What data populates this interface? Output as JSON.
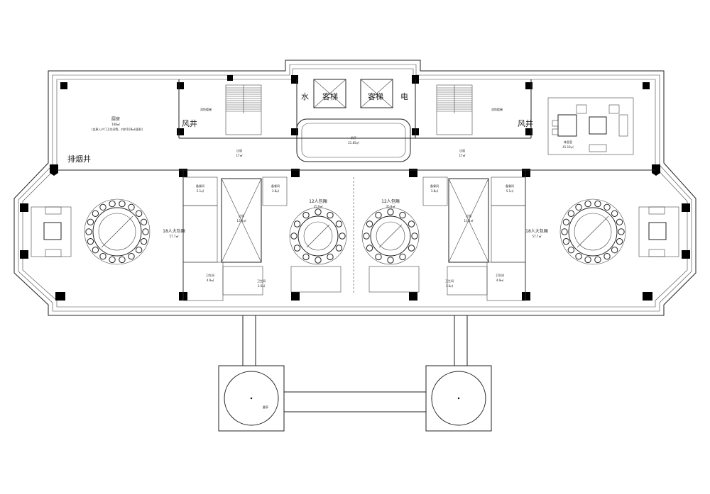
{
  "labels": {
    "kitchen": "厨房",
    "kitchen_area": "108㎡",
    "kitchen_note": "(含原入户门卫生间等，共约108㎡/面积)",
    "pipe_well": "排烟井",
    "wind_shaft_left": "风井",
    "wind_shaft_right": "风井",
    "fire_stair_left": "消防楼梯",
    "fire_stair_right": "消防楼梯",
    "water": "水",
    "elevator_left": "客梯",
    "elevator_right": "客梯",
    "electric": "电",
    "corridor_left": "过道",
    "corridor_left_area": "17㎡",
    "corridor_right": "过道",
    "corridor_right_area": "17㎡",
    "lobby": "前厅",
    "lobby_area": "21.85㎡",
    "lounge_room": "休息室",
    "lounge_area": "41.19㎡",
    "private_left": "18人大包厢",
    "private_left_area": "57.7㎡",
    "private_right": "18人大包厢",
    "private_right_area": "57.7㎡",
    "vip12_left": "12人包厢",
    "vip12_left_area": "35.9㎡",
    "vip12_right": "12人包厢",
    "vip12_right_area": "35.9㎡",
    "pantry_1": "备餐间",
    "pantry_1_area": "5.1㎡",
    "pantry_2": "备餐间",
    "pantry_2_area": "3.8㎡",
    "pantry_3": "备餐间",
    "pantry_3_area": "3.8㎡",
    "pantry_4": "备餐间",
    "pantry_4_area": "5.1㎡",
    "corridor_mid_left": "过道",
    "corridor_mid_left_area": "13.4㎡",
    "corridor_mid_right": "过道",
    "corridor_mid_right_area": "13.4㎡",
    "wc_1": "卫生间",
    "wc_1_area": "4.9㎡",
    "wc_2": "卫生间",
    "wc_2_area": "3.6㎡",
    "wc_3": "卫生间",
    "wc_3_area": "3.6㎡",
    "wc_4": "卫生间",
    "wc_4_area": "4.9㎡",
    "pavilion": "圆亭"
  },
  "colors": {
    "line": "#222222",
    "column": "#000000",
    "background": "#ffffff"
  }
}
